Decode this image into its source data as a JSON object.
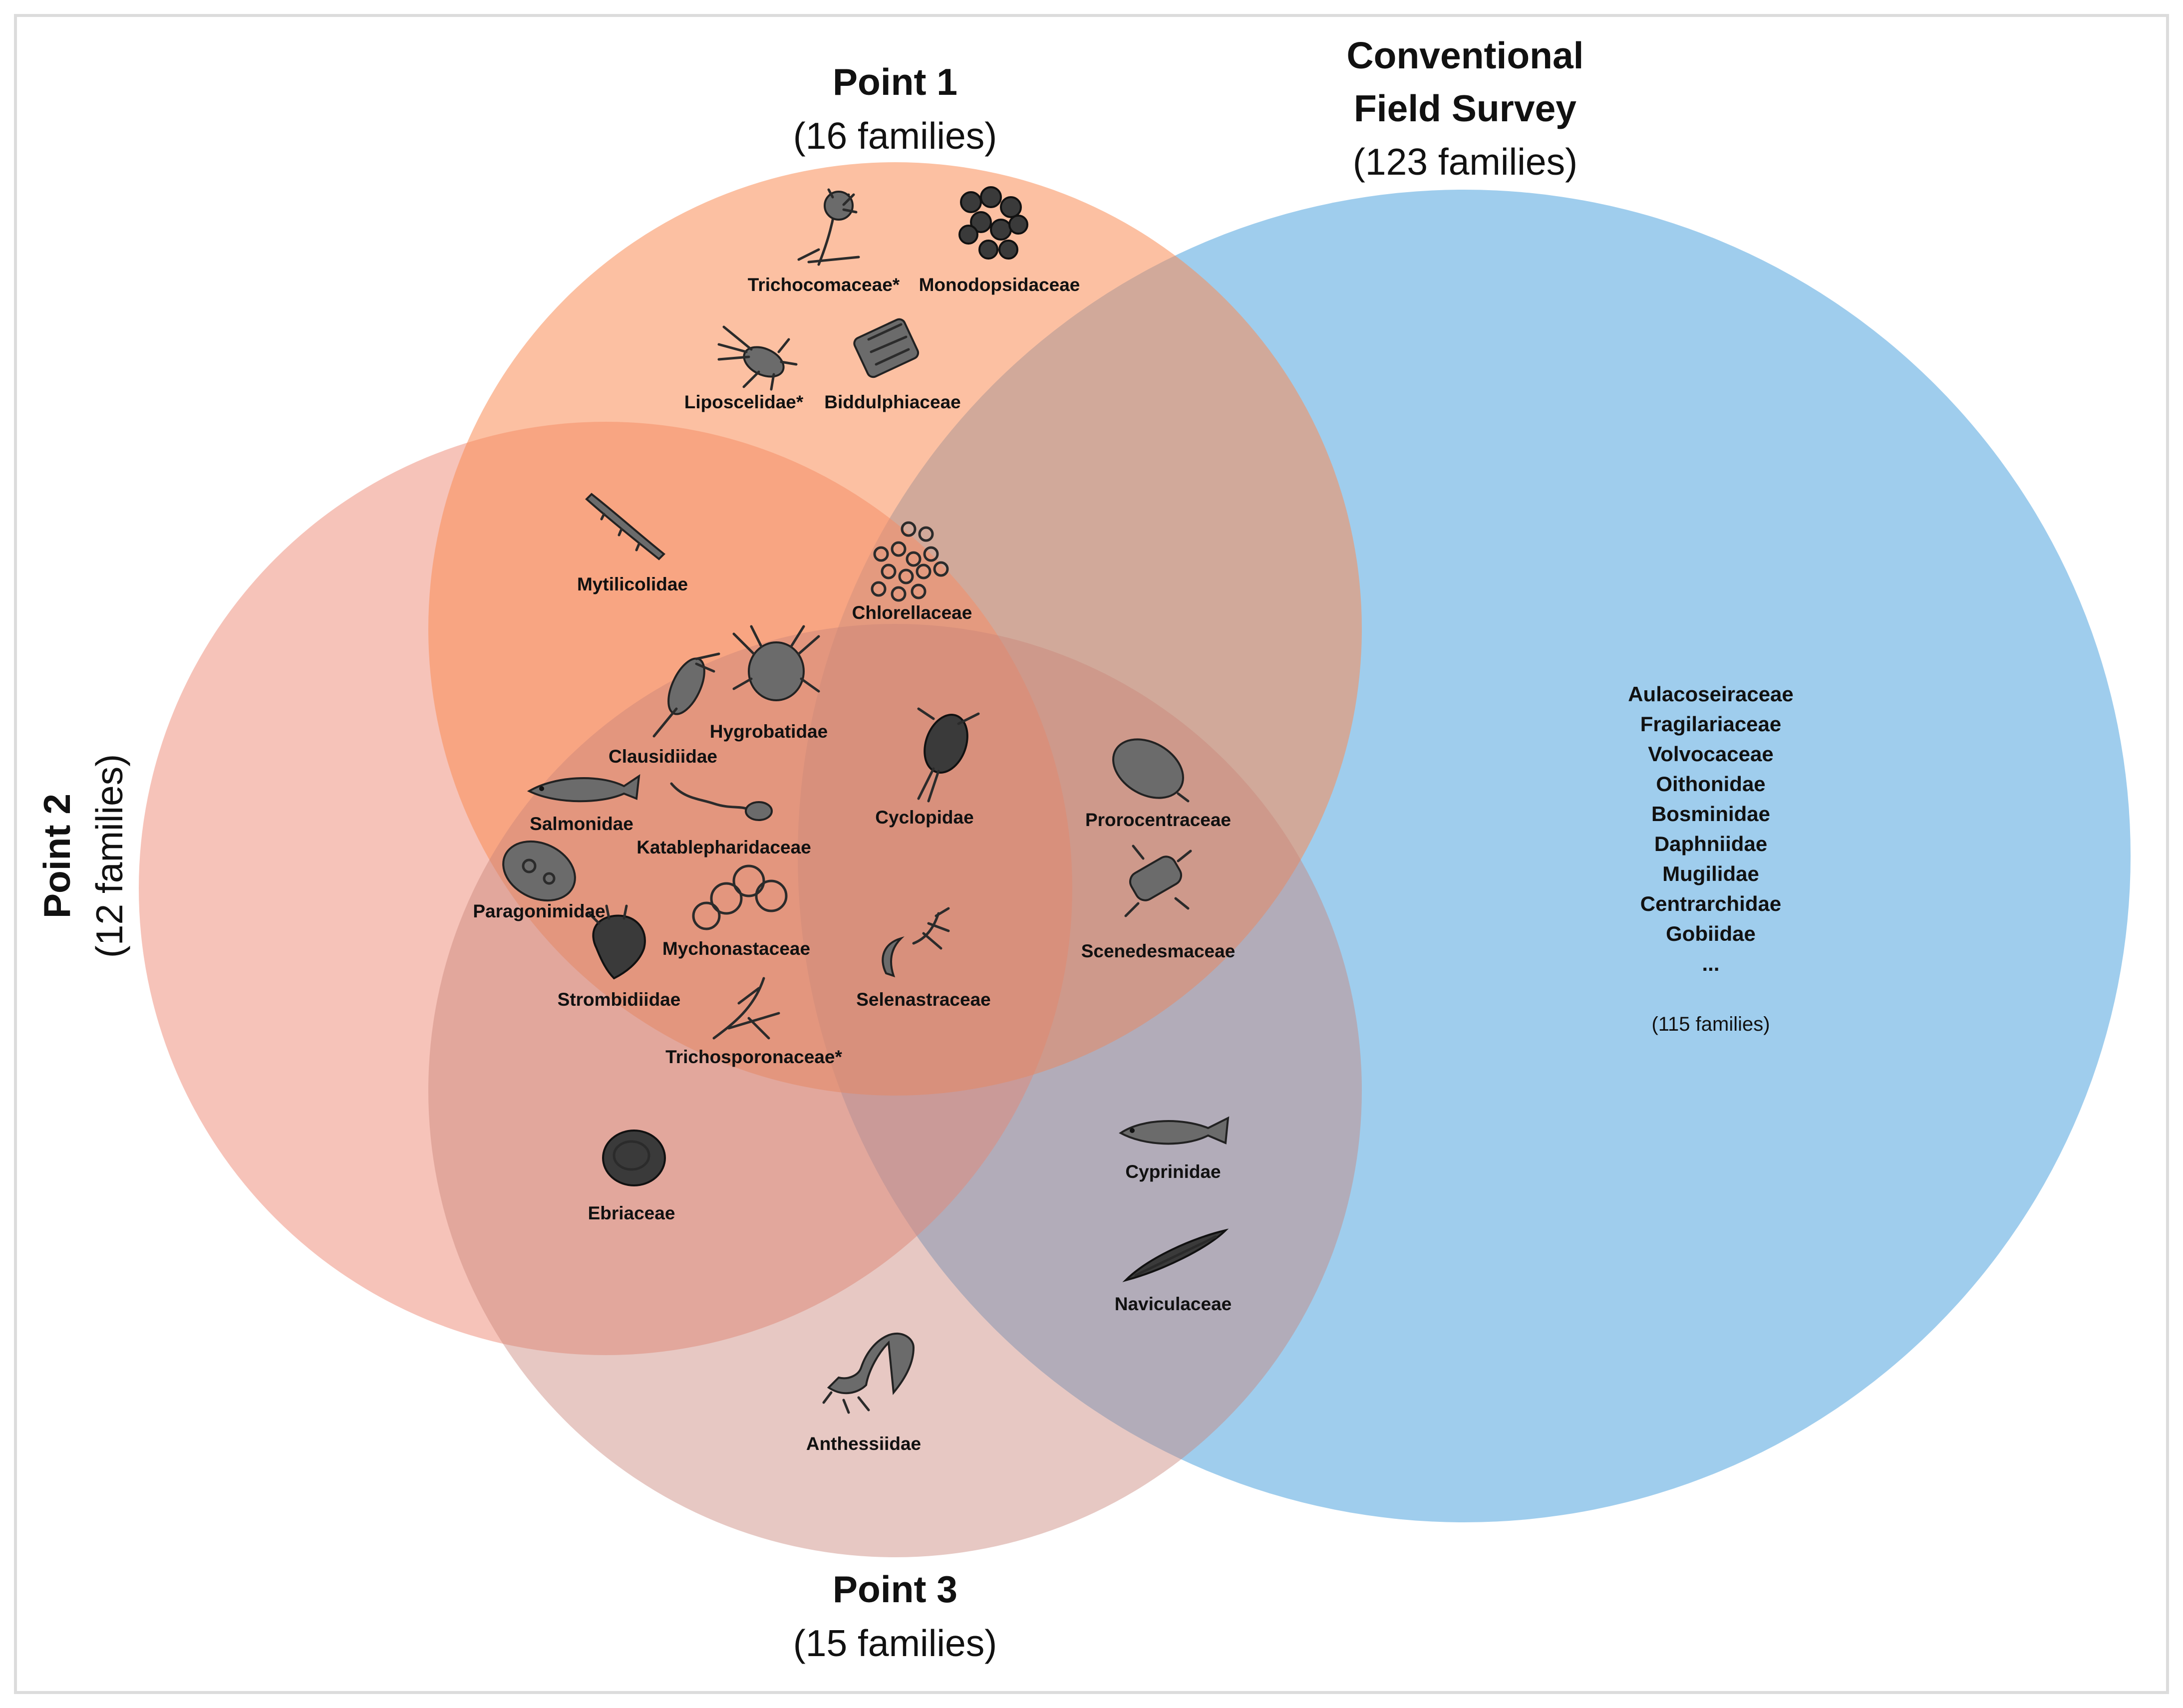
{
  "sets": {
    "point1": {
      "title": "Point 1",
      "count": "(16 families)",
      "color": "#FA9D6E"
    },
    "point2": {
      "title": "Point 2",
      "count": "(12 families)",
      "color": "#EE9180"
    },
    "point3": {
      "title": "Point 3",
      "count": "(15 families)",
      "color": "#D69C92"
    },
    "conventional": {
      "title_line1": "Conventional",
      "title_line2": "Field Survey",
      "count": "(123 families)",
      "color": "#84BFE8"
    }
  },
  "families": {
    "trichocomaceae": {
      "label": "Trichocomaceae*",
      "icon": "fungus-icon"
    },
    "monodopsidaceae": {
      "label": "Monodopsidaceae",
      "icon": "algae-cells-icon"
    },
    "liposcelidae": {
      "label": "Liposcelidae*",
      "icon": "booklouse-icon"
    },
    "biddulphiaceae": {
      "label": "Biddulphiaceae",
      "icon": "diatom-chain-icon"
    },
    "mytilicolidae": {
      "label": "Mytilicolidae",
      "icon": "parasitic-copepod-icon"
    },
    "chlorellaceae": {
      "label": "Chlorellaceae",
      "icon": "green-algae-icon"
    },
    "hygrobatidae": {
      "label": "Hygrobatidae",
      "icon": "water-mite-icon"
    },
    "clausidiidae": {
      "label": "Clausidiidae",
      "icon": "copepod-icon"
    },
    "cyclopidae": {
      "label": "Cyclopidae",
      "icon": "cyclopoid-copepod-icon"
    },
    "prorocentraceae": {
      "label": "Prorocentraceae",
      "icon": "dinoflagellate-icon"
    },
    "salmonidae": {
      "label": "Salmonidae",
      "icon": "salmon-icon"
    },
    "katablepharidaceae": {
      "label": "Katablepharidaceae",
      "icon": "flagellate-icon"
    },
    "paragonimidae": {
      "label": "Paragonimidae",
      "icon": "lung-fluke-icon"
    },
    "mychonastaceae": {
      "label": "Mychonastaceae",
      "icon": "spherical-cells-icon"
    },
    "scenedesmaceae": {
      "label": "Scenedesmaceae",
      "icon": "scenedesmus-icon"
    },
    "strombidiidae": {
      "label": "Strombidiidae",
      "icon": "ciliate-icon"
    },
    "selenastraceae": {
      "label": "Selenastraceae",
      "icon": "crescent-algae-icon"
    },
    "trichosporonaceae": {
      "label": "Trichosporonaceae*",
      "icon": "yeast-hyphae-icon"
    },
    "ebriaceae": {
      "label": "Ebriaceae",
      "icon": "ebriid-icon"
    },
    "cyprinidae": {
      "label": "Cyprinidae",
      "icon": "carp-icon"
    },
    "naviculaceae": {
      "label": "Naviculaceae",
      "icon": "pennate-diatom-icon"
    },
    "anthessiidae": {
      "label": "Anthessiidae",
      "icon": "parasitic-crustacean-icon"
    }
  },
  "conventional_list": {
    "items": [
      "Aulacoseiraceae",
      "Fragilariaceae",
      "Volvocaceae",
      "Oithonidae",
      "Bosminidae",
      "Daphniidae",
      "Mugilidae",
      "Centrarchidae",
      "Gobiidae",
      "..."
    ],
    "note": "(115 families)"
  }
}
